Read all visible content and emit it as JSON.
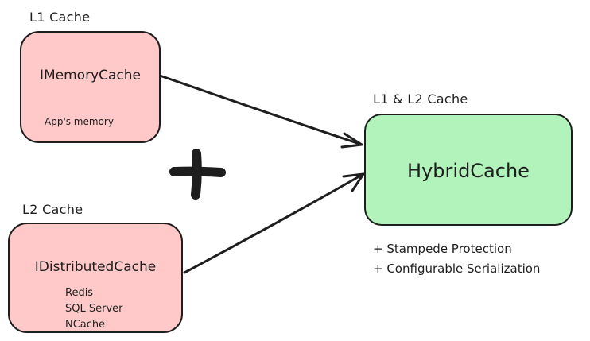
{
  "colors": {
    "stroke": "#1e1e1e",
    "l1_fill": "#ffc9c9",
    "l2_fill": "#ffc9c9",
    "hybrid_fill": "#b2f2bb"
  },
  "l1": {
    "label": "L1 Cache",
    "title": "IMemoryCache",
    "note": "App's memory"
  },
  "l2": {
    "label": "L2 Cache",
    "title": "IDistributedCache",
    "backends": [
      "Redis",
      "SQL Server",
      "NCache"
    ]
  },
  "hybrid": {
    "label": "L1 & L2 Cache",
    "title": "HybridCache",
    "features": [
      "+ Stampede Protection",
      "+ Configurable Serialization"
    ]
  },
  "plus_symbol": "plus-icon"
}
